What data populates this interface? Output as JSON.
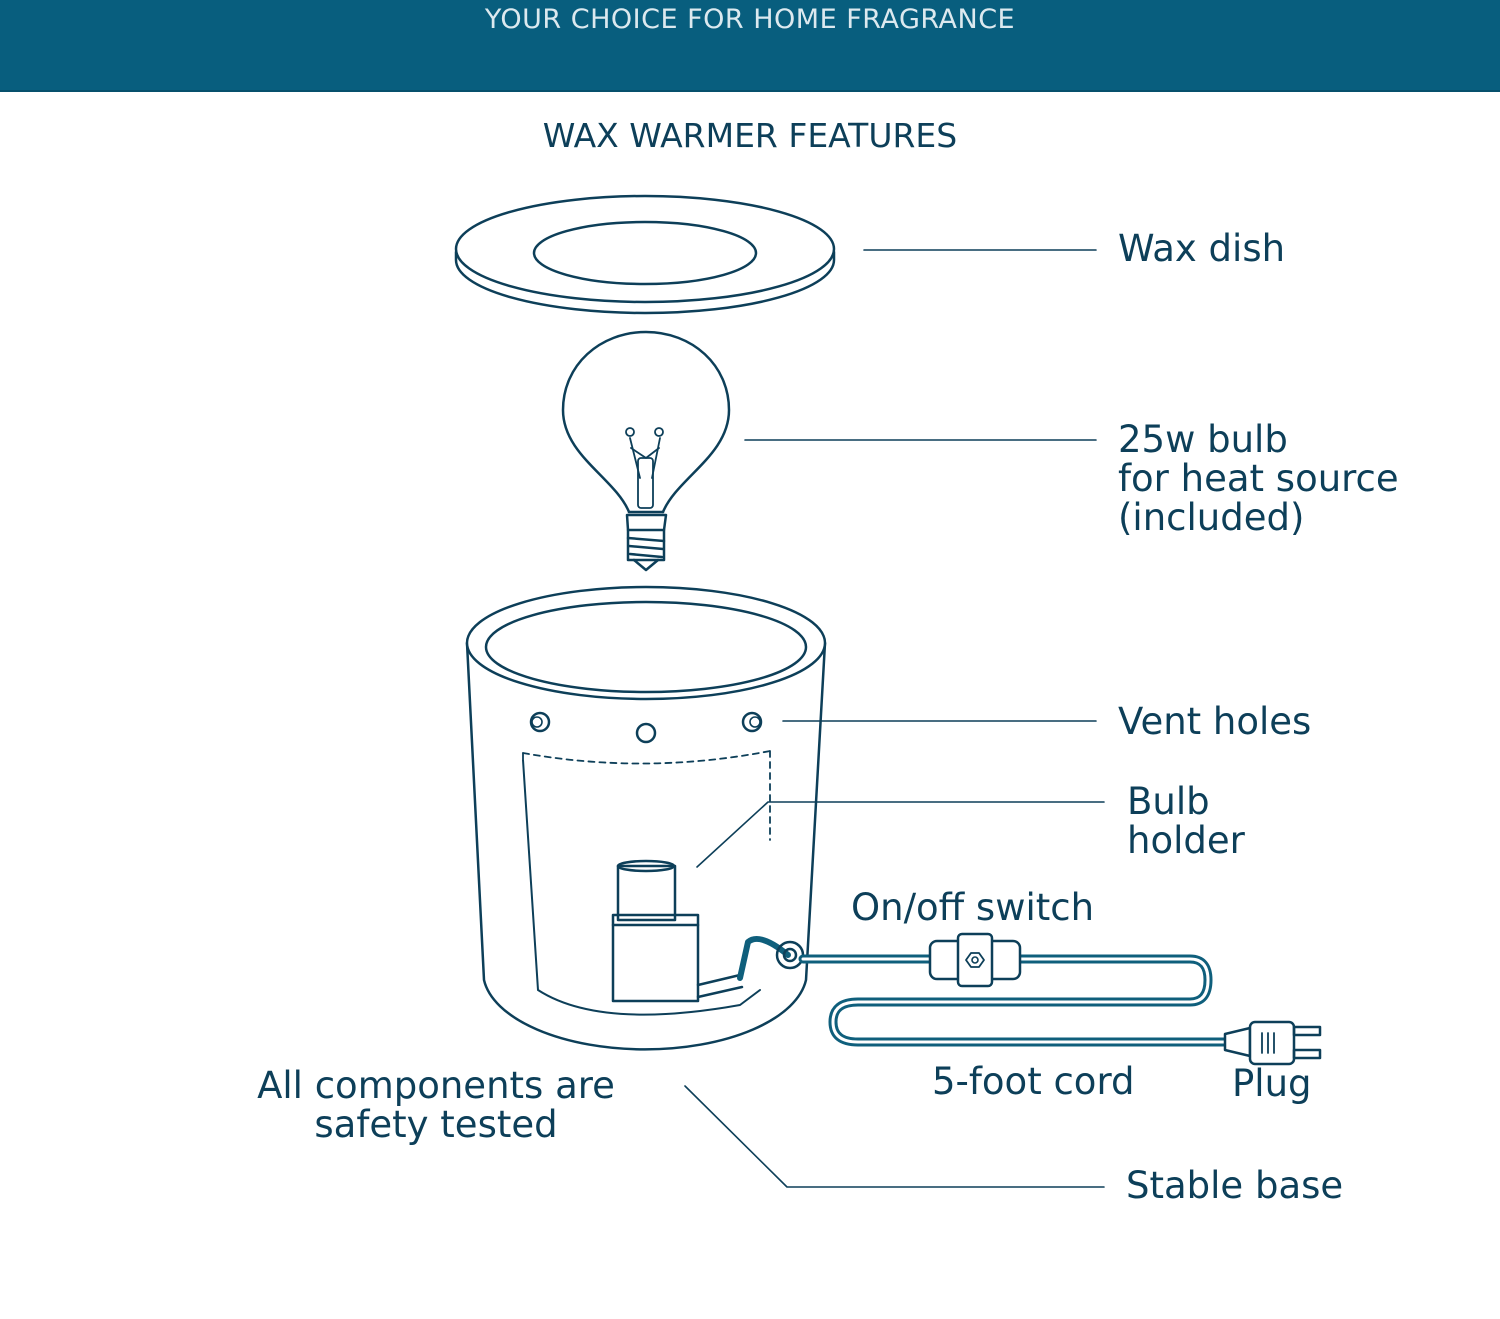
{
  "banner": {
    "tagline": "YOUR CHOICE FOR HOME FRAGRANCE"
  },
  "section": {
    "title": "WAX WARMER FEATURES"
  },
  "callouts": {
    "wax_dish": "Wax dish",
    "bulb": [
      "25w bulb",
      "for heat source",
      "(included)"
    ],
    "vent_holes": "Vent holes",
    "bulb_holder": [
      "Bulb",
      "holder"
    ],
    "switch": "On/off switch",
    "cord": "5-foot cord",
    "plug": "Plug",
    "safety": [
      "All components are",
      "safety tested"
    ],
    "base": "Stable base"
  },
  "colors": {
    "banner": "#085e7e",
    "ink": "#0d3f59",
    "cord": "#0f5f7c"
  }
}
